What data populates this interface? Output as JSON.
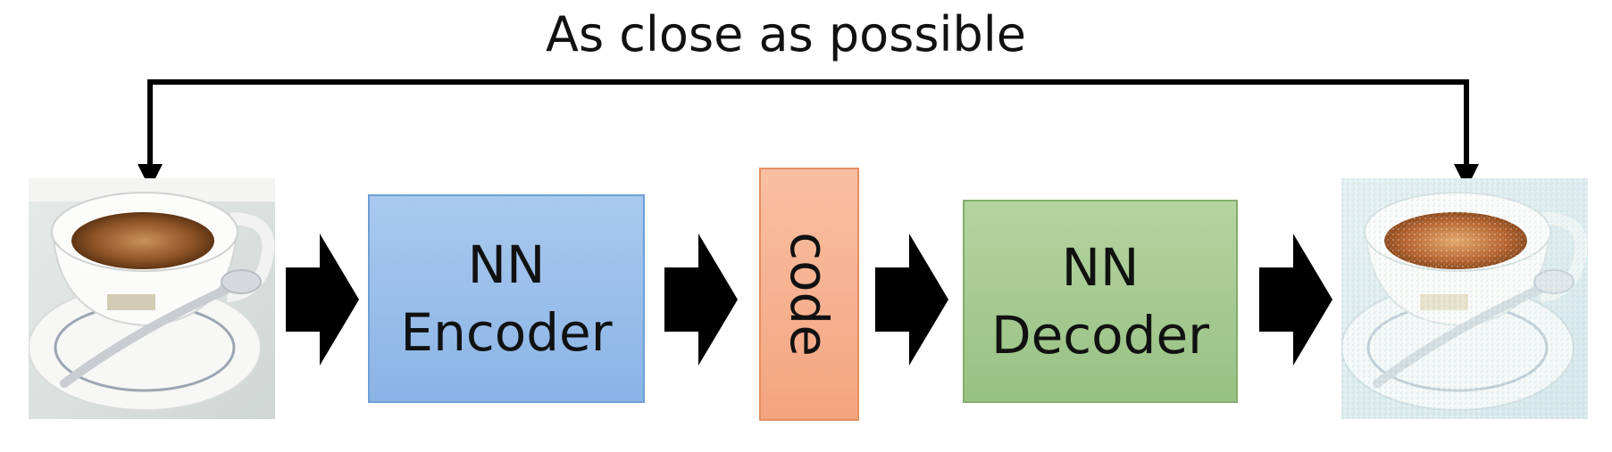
{
  "title": "As close as possible",
  "nodes": {
    "input_image": "coffee-cup-photo",
    "encoder": "NN\nEncoder",
    "code": "code",
    "decoder": "NN\nDecoder",
    "output_image": "coffee-cup-photo-reconstructed"
  },
  "colors": {
    "encoder_fill": "#9dc0ec",
    "code_fill": "#f6b190",
    "decoder_fill": "#a5cb91",
    "arrow": "#000000",
    "line": "#000000"
  },
  "icons": {
    "flow_arrow": "right-arrow-icon"
  }
}
